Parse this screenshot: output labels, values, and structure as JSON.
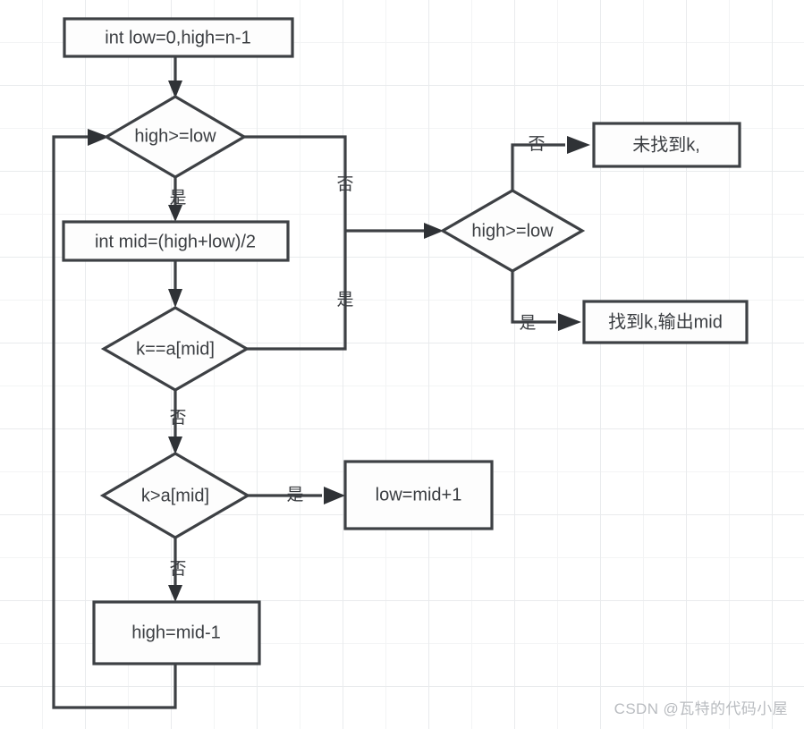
{
  "diagram": {
    "title": "binary-search-flowchart",
    "colors": {
      "stroke": "#3d4044",
      "node_fill": "#fdfdfd",
      "text": "#3a3d41",
      "grid_minor": "#f3f4f5",
      "grid_major": "#e9ebed",
      "watermark": "#b9bcc0"
    },
    "nodes": [
      {
        "id": "init",
        "type": "process",
        "text": "int low=0,high=n-1"
      },
      {
        "id": "loop_cond",
        "type": "decision",
        "text": "high>=low"
      },
      {
        "id": "calc_mid",
        "type": "process",
        "text": "int mid=(high+low)/2"
      },
      {
        "id": "eq_cond",
        "type": "decision",
        "text": "k==a[mid]"
      },
      {
        "id": "gt_cond",
        "type": "decision",
        "text": "k>a[mid]"
      },
      {
        "id": "set_low",
        "type": "process",
        "text": "low=mid+1"
      },
      {
        "id": "set_high",
        "type": "process",
        "text": "high=mid-1"
      },
      {
        "id": "final_cond",
        "type": "decision",
        "text": "high>=low"
      },
      {
        "id": "not_found",
        "type": "process",
        "text": "未找到k,"
      },
      {
        "id": "found",
        "type": "process",
        "text": "找到k,输出mid"
      }
    ],
    "edge_labels": {
      "loop_yes": "是",
      "loop_no": "否",
      "eq_yes": "是",
      "eq_no": "否",
      "gt_yes": "是",
      "gt_no": "否",
      "final_no": "否",
      "final_yes": "是"
    }
  },
  "watermark": {
    "text": "CSDN @瓦特的代码小屋"
  }
}
